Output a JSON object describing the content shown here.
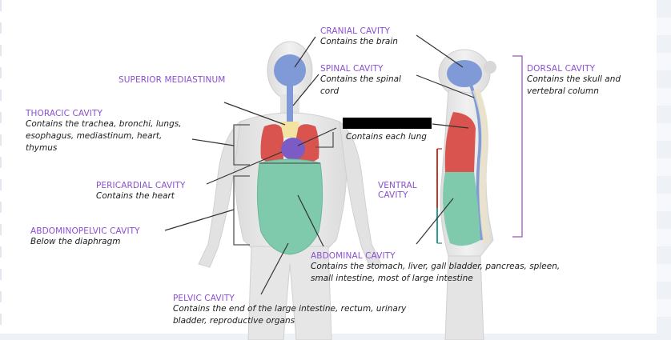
{
  "labels": {
    "cranial": {
      "title": "CRANIAL CAVITY",
      "desc": "Contains the brain"
    },
    "spinal": {
      "title": "SPINAL CAVITY",
      "desc_line1": "Contains the spinal",
      "desc_line2": "cord"
    },
    "superior_mediastinum": {
      "title": "SUPERIOR MEDIASTINUM"
    },
    "dorsal": {
      "title": "DORSAL CAVITY",
      "desc_line1": "Contains the skull and",
      "desc_line2": "vertebral column"
    },
    "thoracic": {
      "title": "THORACIC CAVITY",
      "desc_line1": "Contains the trachea, bronchi, lungs,",
      "desc_line2": "esophagus, mediastinum, heart,",
      "desc_line3": "thymus"
    },
    "pleural": {
      "desc": "Contains each lung"
    },
    "pericardial": {
      "title": "PERICARDIAL CAVITY",
      "desc": "Contains the heart"
    },
    "ventral": {
      "title_line1": "VENTRAL",
      "title_line2": "CAVITY"
    },
    "abdominopelvic": {
      "title": "ABDOMINOPELVIC CAVITY",
      "desc": "Below the diaphragm"
    },
    "abdominal": {
      "title": "ABDOMINAL CAVITY",
      "desc_line1": "Contains the stomach, liver, gall bladder, pancreas, spleen,",
      "desc_line2": "small intestine, most of large intestine"
    },
    "pelvic": {
      "title": "PELVIC CAVITY",
      "desc_line1": "Contains the end of the large intestine, rectum, urinary",
      "desc_line2": "bladder, reproductive organs"
    }
  },
  "colors": {
    "label_title": "#8a4fd1",
    "cranial_spinal": "#7f9ad6",
    "thoracic": "#d9534f",
    "mediastinum": "#f3e3a3",
    "pericardial": "#7c5cc4",
    "abdominopelvic": "#7fc9ad",
    "body": "#e6e6e6",
    "ventral_bar_top": "#c0392b",
    "ventral_bar_bottom": "#2a9d8f"
  }
}
